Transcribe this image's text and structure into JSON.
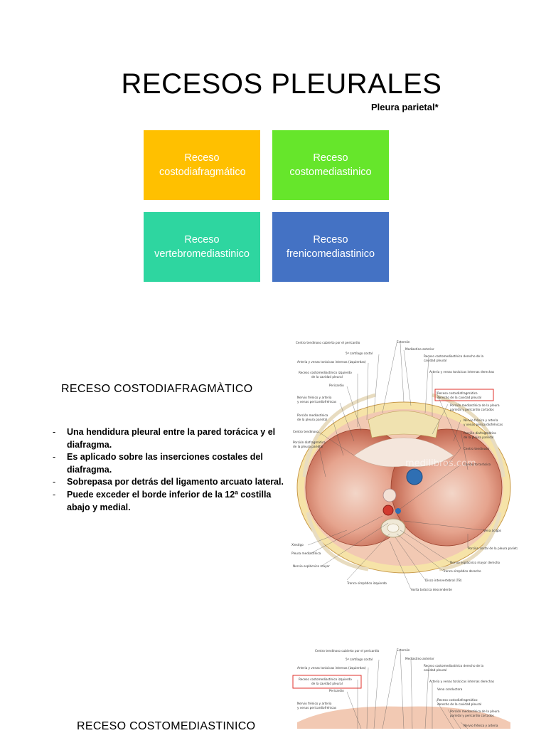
{
  "slide1": {
    "title": "RECESOS PLEURALES",
    "subtitle": "Pleura parietal*",
    "boxes": [
      {
        "label": "Receso costodiafragmático",
        "color": "#FFC000"
      },
      {
        "label": "Receso costomediastinico",
        "color": "#66E62B"
      },
      {
        "label": "Receso vertebromediastinico",
        "color": "#2ED6A0"
      },
      {
        "label": "Receso frenicomediastinico",
        "color": "#4472C4"
      }
    ]
  },
  "slide2": {
    "heading": "RECESO COSTODIAFRAGMÀTICO",
    "bullets": [
      "Una hendidura pleural entre la pared torácica y el diafragma.",
      "Es aplicado sobre las inserciones costales del diafragma.",
      "Sobrepasa por detrás del ligamento arcuato lateral.",
      "Puede exceder el borde inferior de la 12ª costilla abajo y medial."
    ],
    "figure": {
      "watermark": "medilibros.com",
      "labels_left": [
        "Centro tendinoso cubierto por el pericardio",
        "5ª cartílago costal",
        "Arteria y venas torácicas internas (izquierdas)",
        "Receso costomediastínico izquierdo de la cavidad pleural",
        "Pericardio",
        "Nervio frénico y arteria y venas pericardiofrénicas izquierdas",
        "Porción mediastínica de la pleura parietal y pericardio cortados",
        "Centro tendinoso",
        "Porción diafragmática de la pleura parietal (cortada)",
        "Xiestigo",
        "Pleura mediastínica",
        "Nervio esplácnico mayor",
        "Tronco simpático izquierdo"
      ],
      "labels_right": [
        "Esternón",
        "Mediastino anterior",
        "Receso costomediastínico derecho de la cavidad pleural",
        "Arteria y venas torácicas internas derechas",
        "Receso costodiafragmático derecho de la cavidad pleural",
        "Porción mediastínica de la pleura parietal y pericardio cortados",
        "Nervio frénico y arteria y venas pericardiofrénicas derechas",
        "Porción diafragmática de la pleura parietal (cortada)",
        "Centro tendinoso",
        "Conducto torácico",
        "Vena ácigos",
        "Porción costal de la pleura parietal",
        "Nervio esplácnico mayor derecho",
        "Tronco simpático derecho",
        "Disco intervertebral (T8)",
        "Aorta torácica descendente"
      ]
    }
  },
  "slide3": {
    "heading": "RECESO COSTOMEDIASTINICO"
  }
}
